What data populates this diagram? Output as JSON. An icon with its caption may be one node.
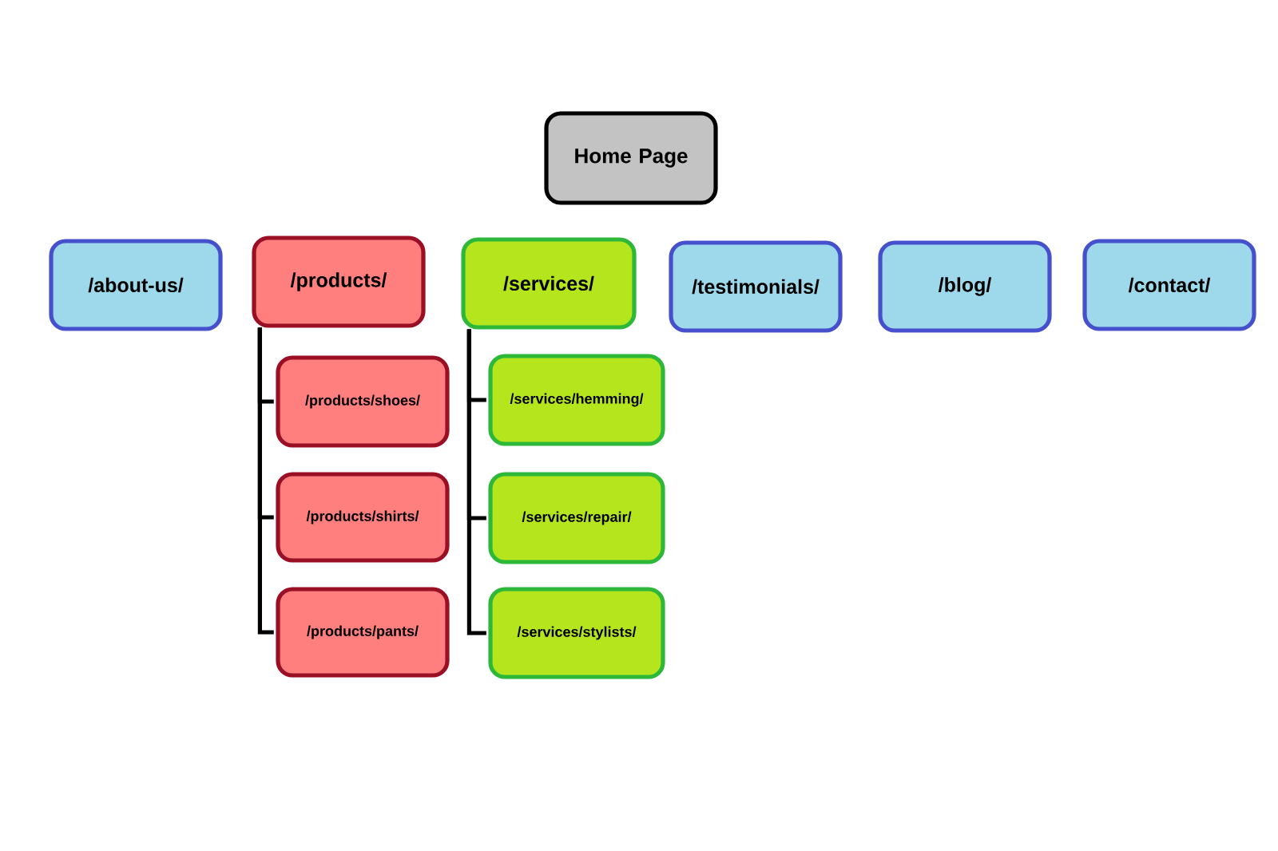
{
  "diagram": {
    "nodes": [
      {
        "text": [
          "Home Page"
        ]
      },
      {
        "text": [
          "/about-us/"
        ]
      },
      {
        "text": [
          "/products/"
        ]
      },
      {
        "text": [
          "/services/"
        ]
      },
      {
        "text": [
          "/testimonials/"
        ]
      },
      {
        "text": [
          "/blog/"
        ]
      },
      {
        "text": [
          "/contact/"
        ]
      },
      {
        "text": [
          "/products/shoes/"
        ]
      },
      {
        "text": [
          "/products/shirts/"
        ]
      },
      {
        "text": [
          "/products/pants/"
        ]
      },
      {
        "text": [
          "/services/hemming/"
        ]
      },
      {
        "text": [
          "/services/repair/"
        ]
      },
      {
        "text": [
          "/services/stylists/"
        ]
      }
    ],
    "edges": [
      {
        "from": 2,
        "to": 7,
        "arrow": "none"
      },
      {
        "from": 2,
        "to": 8,
        "arrow": "none"
      },
      {
        "from": 2,
        "to": 9,
        "arrow": "none"
      },
      {
        "from": 3,
        "to": 10,
        "arrow": "none"
      },
      {
        "from": 3,
        "to": 11,
        "arrow": "none"
      },
      {
        "from": 3,
        "to": 12,
        "arrow": "none"
      }
    ]
  }
}
